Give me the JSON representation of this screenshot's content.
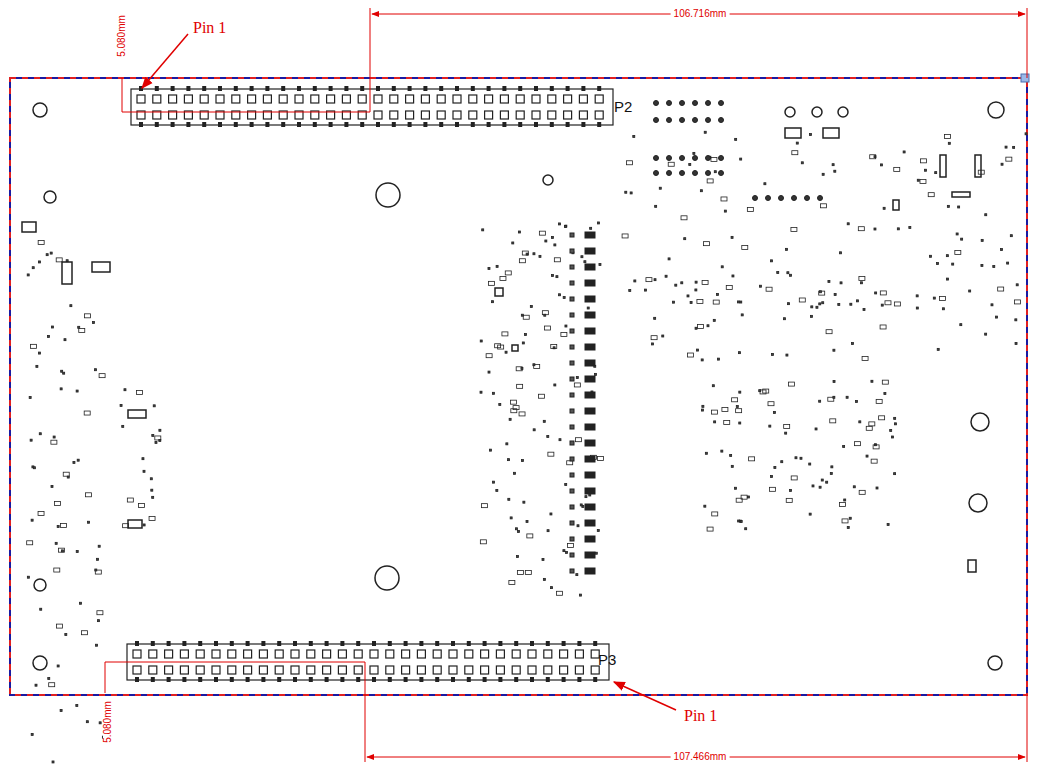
{
  "diagram": {
    "labels": [
      "Pin 1",
      "5.080mm",
      "106.716mm",
      "P2",
      "Pin 1",
      "5.080mm",
      "P3",
      "107.466mm"
    ]
  }
}
